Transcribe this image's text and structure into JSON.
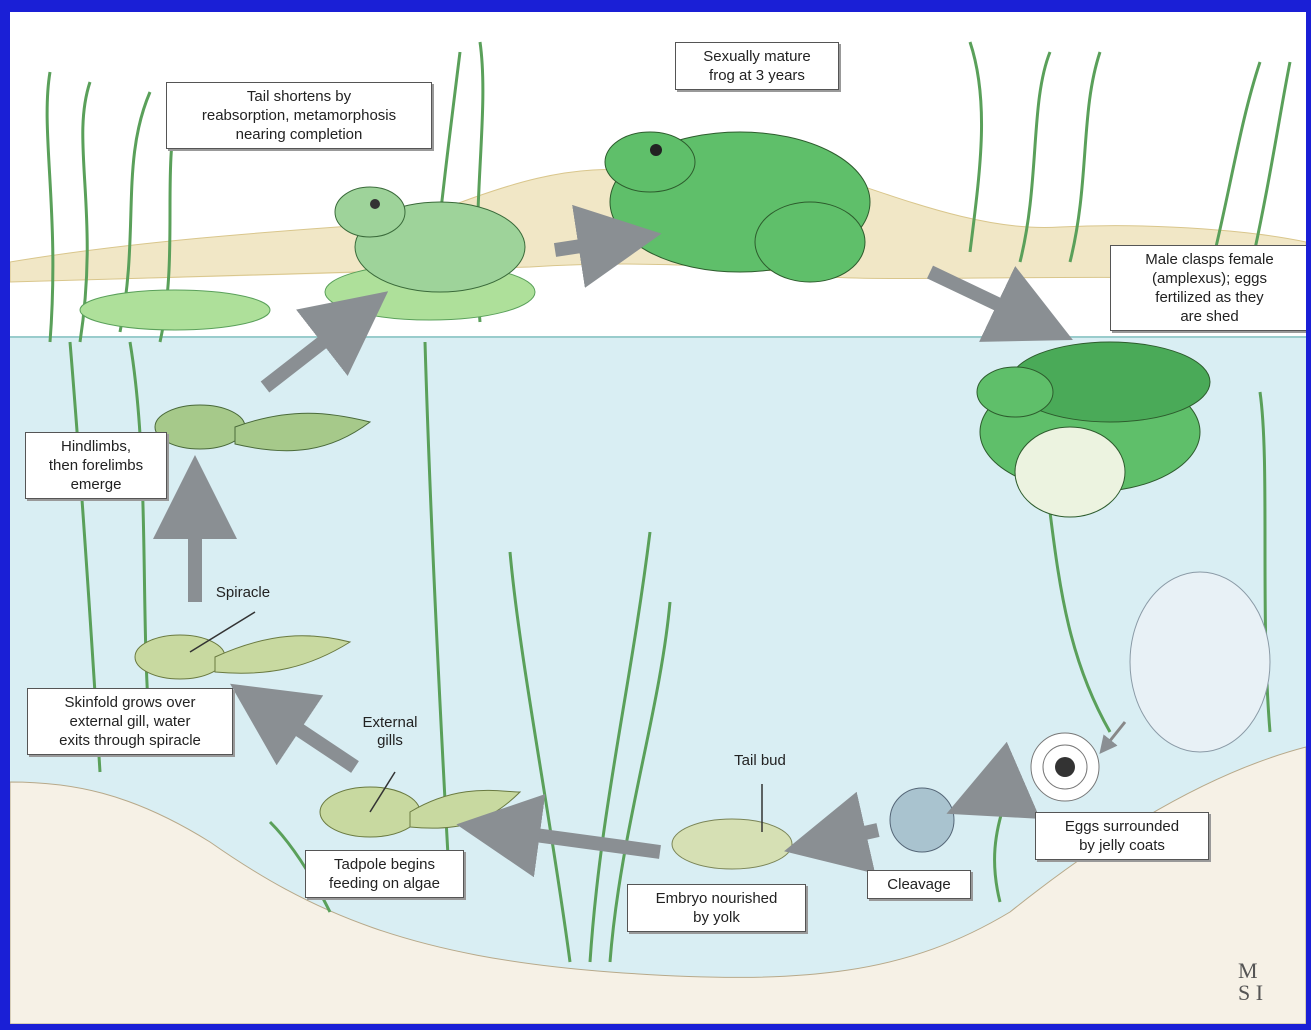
{
  "labels": {
    "mature_frog": "Sexually mature\nfrog at 3 years",
    "tail_shortens": "Tail shortens by\nreabsorption, metamorphosis\nnearing completion",
    "amplexus": "Male clasps female\n(amplexus); eggs\nfertilized as they\nare shed",
    "hindlimbs": "Hindlimbs,\nthen forelimbs\nemerge",
    "spiracle": "Spiracle",
    "skinfold": "Skinfold grows over\nexternal gill, water\nexits through spiracle",
    "external_gills": "External\ngills",
    "tail_bud": "Tail bud",
    "eggs_jelly": "Eggs surrounded\nby jelly coats",
    "tadpole_feeding": "Tadpole begins\nfeeding on algae",
    "embryo": "Embryo nourished\nby yolk",
    "cleavage": "Cleavage"
  },
  "signature": "M\nS I",
  "colors": {
    "frame_border": "#1a1fd6",
    "water": "#d9eef3",
    "frog_green": "#5fbf6a",
    "arrow_gray": "#8a8f93",
    "plant_green": "#5aa05a"
  }
}
